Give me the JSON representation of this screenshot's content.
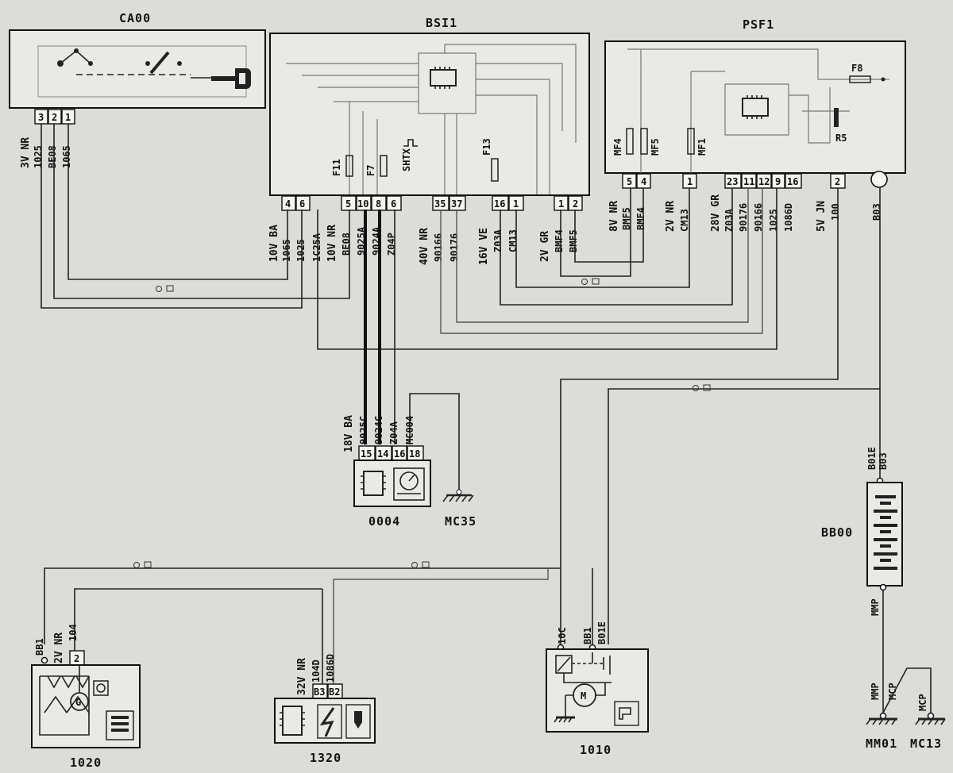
{
  "components": {
    "ca00": {
      "label": "CA00",
      "pins": [
        "3",
        "2",
        "1"
      ],
      "wire_colour": "3V NR",
      "wires": [
        "1025",
        "BE08",
        "1065"
      ]
    },
    "bsi1": {
      "label": "BSI1",
      "fuses": [
        "F11",
        "F7",
        "F13"
      ],
      "relay_label": "SHTX"
    },
    "psf1": {
      "label": "PSF1",
      "fuses": [
        "MF4",
        "MF5",
        "MF1",
        "F8"
      ],
      "relay_label": "R5"
    },
    "c0004": {
      "label": "0004",
      "pins": [
        "15",
        "14",
        "16",
        "18"
      ],
      "wire_colour": "18V BA",
      "wires": [
        "9025C",
        "9024C",
        "Z04A",
        "MC004"
      ]
    },
    "mc35": {
      "label": "MC35"
    },
    "bb00": {
      "label": "BB00",
      "top_wires": [
        "B01E",
        "B03"
      ],
      "bottom_wire": "MMP"
    },
    "c1020": {
      "label": "1020",
      "pin": "2",
      "wire_colour": "2V NR",
      "wires": [
        "BB1",
        "104"
      ]
    },
    "c1320": {
      "label": "1320",
      "pins": [
        "B3",
        "B2"
      ],
      "wire_colour": "32V NR",
      "wires": [
        "104D",
        "1086D"
      ]
    },
    "c1010": {
      "label": "1010",
      "wires": [
        "10C",
        "BB1",
        "B01E"
      ]
    },
    "mm01": {
      "label": "MM01",
      "wires": [
        "MMP",
        "MCP"
      ]
    },
    "mc13": {
      "label": "MC13",
      "wires": [
        "MCP"
      ]
    }
  },
  "connectors": {
    "bsi_a": {
      "pins": [
        "4",
        "6"
      ],
      "wire_colour": "10V BA",
      "wires": [
        "1065",
        "1025",
        "1C25A"
      ]
    },
    "bsi_b": {
      "pins": [
        "5",
        "10",
        "8",
        "6"
      ],
      "wire_colour": "10V NR",
      "wires": [
        "BE08",
        "9025A",
        "9024A",
        "Z04P"
      ]
    },
    "bsi_c": {
      "pins": [
        "35",
        "37"
      ],
      "wire_colour": "40V NR",
      "wires": [
        "90166",
        "90176"
      ]
    },
    "bsi_d": {
      "pins": [
        "16",
        "1"
      ],
      "wire_colour": "16V VE",
      "wires": [
        "Z03A",
        "CM13"
      ]
    },
    "bsi_e": {
      "pins": [
        "1",
        "2"
      ],
      "wire_colour": "2V GR",
      "wires": [
        "BMF4",
        "BMF5"
      ]
    },
    "psf_a": {
      "pins": [
        "5",
        "4"
      ],
      "wire_colour": "8V NR",
      "wires": [
        "BMF5",
        "BMF4"
      ]
    },
    "psf_b": {
      "pins": [
        "1"
      ],
      "wire_colour": "2V NR",
      "wires": [
        "CM13"
      ]
    },
    "psf_c": {
      "pins": [
        "23",
        "11",
        "12",
        "9",
        "16"
      ],
      "wire_colour": "28V GR",
      "wires": [
        "Z03A",
        "90176",
        "90166",
        "1025",
        "1086D"
      ]
    },
    "psf_d": {
      "pins": [
        "2"
      ],
      "wire_colour": "5V JN",
      "wires": [
        "100"
      ]
    },
    "psf_e": {
      "wires": [
        "B03"
      ]
    }
  }
}
